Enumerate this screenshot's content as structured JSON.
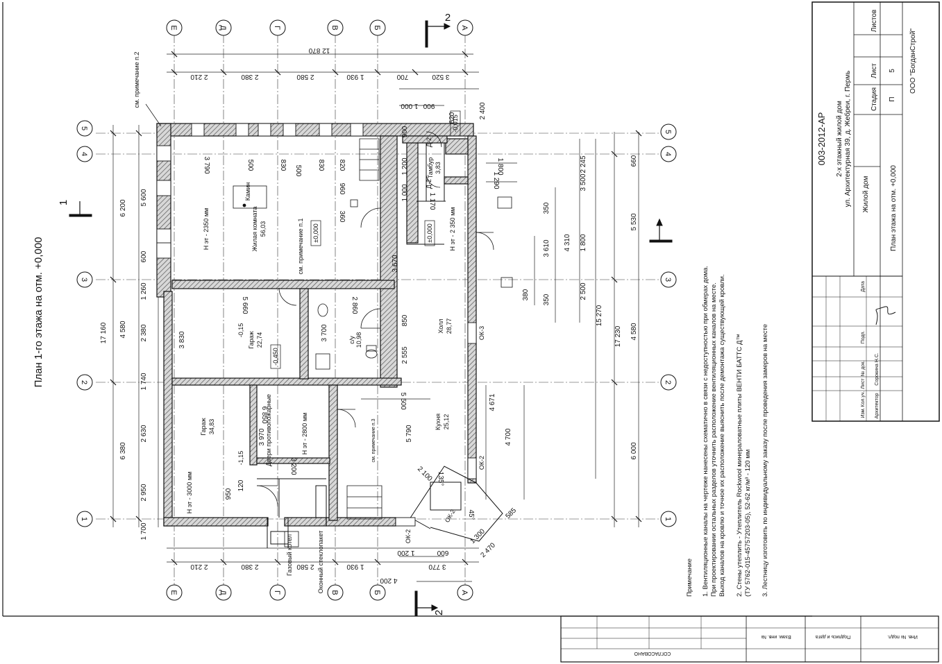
{
  "title": "План 1-го этажа на отм. +0,000",
  "axes": {
    "letters_top": [
      "Е",
      "Д",
      "Г",
      "В",
      "Б",
      "А"
    ],
    "letters_bottom": [
      "Е",
      "Д",
      "Г",
      "В",
      "Б",
      "А"
    ],
    "numbers_left": [
      "5",
      "4",
      "3",
      "2",
      "1"
    ],
    "numbers_right": [
      "5",
      "4",
      "3",
      "2",
      "1"
    ]
  },
  "dims": {
    "top_total": "12 870",
    "top_parts": [
      "2 210",
      "2 380",
      "2 580",
      "1 930",
      "700",
      "3 520"
    ],
    "bottom_parts": [
      "2 210",
      "2 380",
      "2 580",
      "1 930",
      "3 770"
    ],
    "bottom_extra": [
      "4 200",
      "1 200",
      "600"
    ],
    "left_outer": [
      "6 200",
      "4 580",
      "6 380"
    ],
    "left_total": "17 160",
    "left_inner": [
      "5 600",
      "600",
      "1 260",
      "2 380",
      "1 740",
      "2 630",
      "2 950",
      "1 700"
    ],
    "right_outer": [
      "660",
      "5 530",
      "4 580",
      "6 000"
    ],
    "right_total": "17 230",
    "right_mid": "15 270",
    "right_inner": [
      "2 245",
      "3 500",
      "4 310",
      "3 610",
      "1 800",
      "2 500",
      "350",
      "380",
      "350"
    ],
    "inner_misc": [
      "3 790",
      "500",
      "830",
      "500",
      "830",
      "820",
      "960",
      "360",
      "5 660",
      "2 860",
      "3 830",
      "3 700",
      "3 670",
      "2 555",
      "4 671",
      "4 700",
      "5 790",
      "5 500",
      "3 970",
      "3 200",
      "6 850",
      "950",
      "120",
      "850",
      "1 000",
      "1 200",
      "1 800",
      "1 290",
      "1 170",
      "900",
      "1 000",
      "620",
      "2 400",
      "900",
      "2 100",
      "1 300",
      "2 470",
      "585",
      "135°",
      "45°"
    ]
  },
  "rooms": [
    {
      "name": "Жилая комната",
      "area": "56,03"
    },
    {
      "name": "Гараж",
      "area": "22,74"
    },
    {
      "name": "Гараж",
      "area": "34,83"
    },
    {
      "name": "с/у",
      "area": "10,98"
    },
    {
      "name": "Холл",
      "area": "28,77"
    },
    {
      "name": "Кухня",
      "area": "25,12"
    },
    {
      "name": "Тамбур",
      "area": "3,83"
    }
  ],
  "heights": [
    "Н эт - 2350 мм",
    "Н эт - 2 350 мм",
    "Н эт - 2800 мм",
    "Н эт - 3000 мм"
  ],
  "levels": [
    "±0,000",
    "±0,000",
    "-0,450",
    "-0,015",
    "-0,15",
    "-1,15"
  ],
  "labels": {
    "fireplace": "Камин",
    "note_ref_2": "см. примечание п.2",
    "note_ref_1": "см. примечание п.1",
    "note_ref_kitchen": "см. примечание п.3",
    "gas_boiler": "Газовый котел",
    "window_glass": "Оконный стеклопакет",
    "doors": "Двери противопожарные",
    "marks": [
      "Д-2",
      "Д-2",
      "ОК-3",
      "ОК-2",
      "ОК-2",
      "ОК-2"
    ],
    "section": "2",
    "section_1": "1"
  },
  "notes": {
    "heading": "Примечание",
    "items": [
      "1. Вентиляционные каналы на чертеже нанесены схематично в связи с недоступностью при обмерах дома.",
      "При проектировании остальных разделов уточнить расположение вентиляционных каналов на месте.",
      "Выход каналов на кровлю и точное их расположение выяснить после демонтажа существующей кровли.",
      "2. Стены утеплить - Утеплитель Rockwool минераловатные плиты ВЕНТИ БАТТС Д™",
      "(ТУ 5762-015-45757203-05), 52-62 кг/м³ - 120 мм",
      "3. Лестницу изготовить по индивидуальному заказу после проведения замеров на месте"
    ]
  },
  "stamp": {
    "code": "003-2012-АР",
    "project": "2-х этажный жилой дом",
    "address": "ул. Архитектурная 39, д. Жебреи, г. Пермь",
    "object": "Жилой дом",
    "sheet_title": "План этажа на отм. +0,000",
    "company": "ООО \"БогданСтрой\"",
    "col_stage": "Стадия",
    "col_sheet": "Лист",
    "col_sheets": "Листов",
    "stage": "П",
    "sheet_no": "5",
    "rev_headers": [
      "Изм.",
      "Кол.уч.",
      "Лист",
      "№ док.",
      "Подп.",
      "Дата"
    ],
    "role": "Архитектор",
    "person": "Сорокина Н.С."
  },
  "side_table": {
    "approved": "СОГЛАСОВАНО",
    "inv_orig": "Инв. № подл.",
    "sign_date": "Подпись и дата",
    "inv_repl": "Взам. инв. №"
  },
  "colors": {
    "ink": "#111111",
    "hatch": "#555555",
    "paper": "#ffffff"
  }
}
